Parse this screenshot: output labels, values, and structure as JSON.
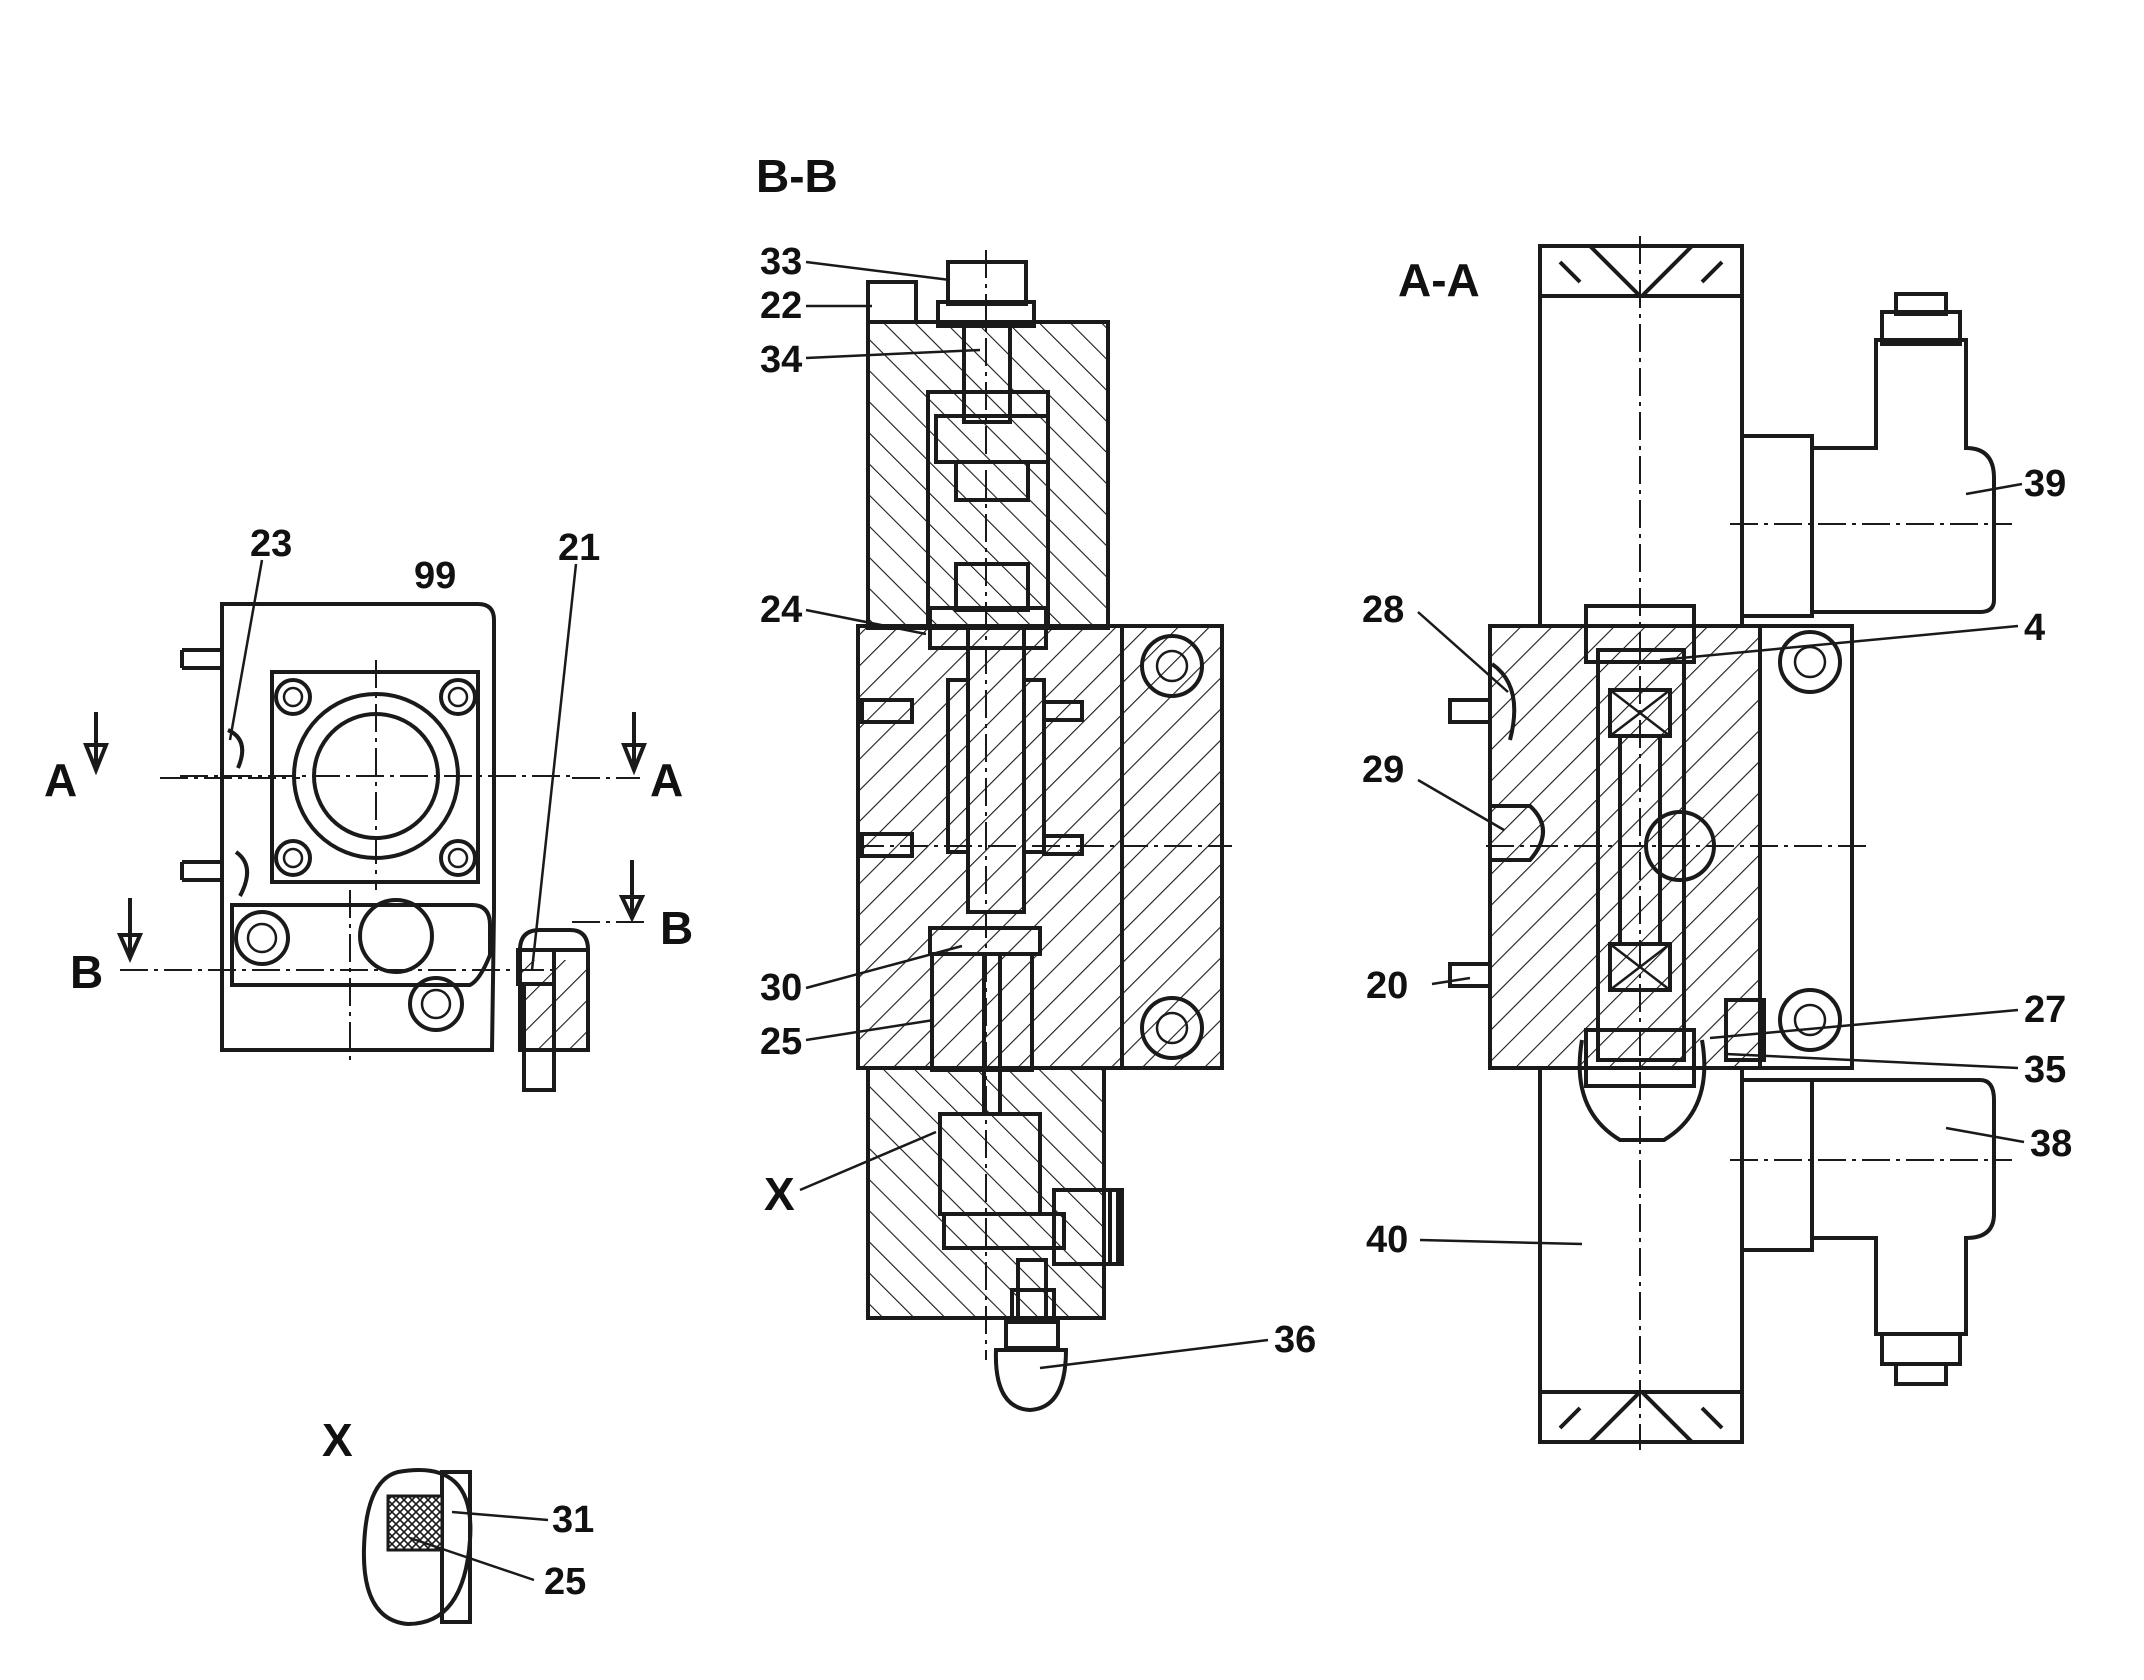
{
  "sections": {
    "bb": "B-B",
    "aa": "A-A",
    "x": "X"
  },
  "left_view": {
    "n23": "23",
    "n99": "99",
    "n21": "21",
    "a_left": "A",
    "a_right": "A",
    "b_left": "B",
    "b_right": "B"
  },
  "bb_view": {
    "n33": "33",
    "n22": "22",
    "n34": "34",
    "n24": "24",
    "n30": "30",
    "n25": "25",
    "x": "X",
    "n36": "36"
  },
  "aa_view": {
    "n39": "39",
    "n28": "28",
    "n4": "4",
    "n29": "29",
    "n20": "20",
    "n27": "27",
    "n35": "35",
    "n38": "38",
    "n40": "40"
  },
  "detail_x": {
    "n31": "31",
    "n25": "25"
  }
}
